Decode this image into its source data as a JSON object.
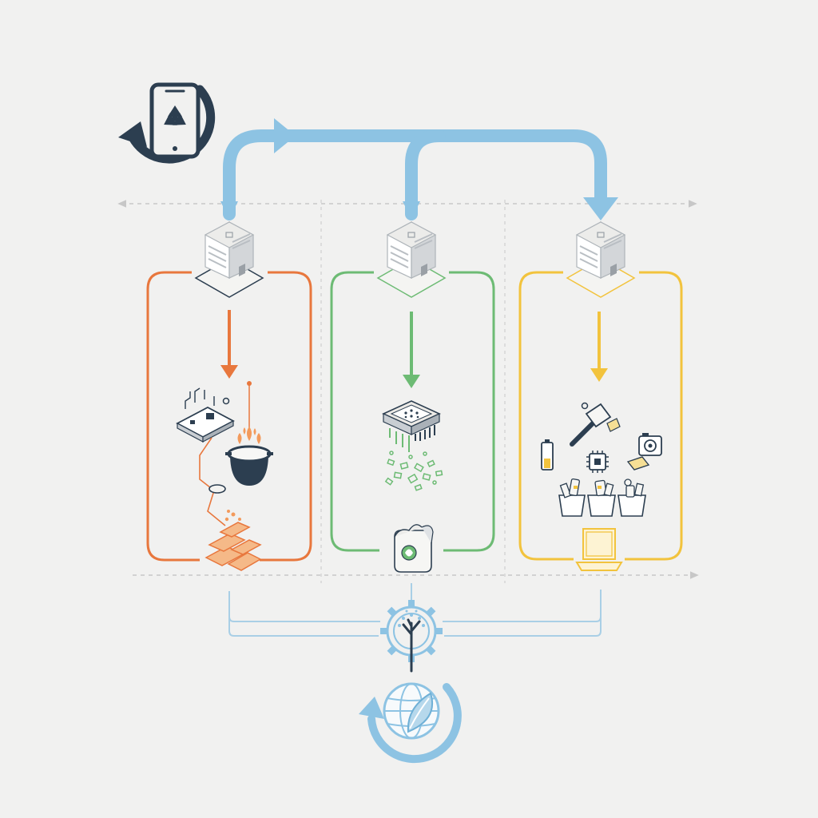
{
  "colors": {
    "background": "#f1f1f0",
    "navy": "#2c3e50",
    "flow_blue": "#8dc3e3",
    "guide_gray": "#c7c7c7",
    "building_face": "#ffffff",
    "building_side": "#d3d6d9",
    "pyrometallurgy": "#e8773d",
    "hydrometallurgy": "#6dbb74",
    "dismantling": "#f2c33d"
  },
  "icons": {
    "source": "smartphone-recycle-icon",
    "sink": "globe-leaf-cycle-icon",
    "hub": "gear-tree-icon",
    "facility": "factory-building-icon"
  },
  "lanes": [
    {
      "id": "orange",
      "color": "#e8773d",
      "steps": [
        "circuit-board-icon",
        "smelting-crucible-icon",
        "metal-ingots-icon"
      ]
    },
    {
      "id": "green",
      "color": "#6dbb74",
      "steps": [
        "leaching-reactor-icon",
        "sorted-fragments-icon",
        "chemical-sack-icon"
      ]
    },
    {
      "id": "yellow",
      "color": "#f2c33d",
      "steps": [
        "dismantling-hammer-icon",
        "battery-icon",
        "chip-icon",
        "camera-module-icon",
        "sorting-bins-icon",
        "refurbished-laptop-icon"
      ]
    }
  ]
}
